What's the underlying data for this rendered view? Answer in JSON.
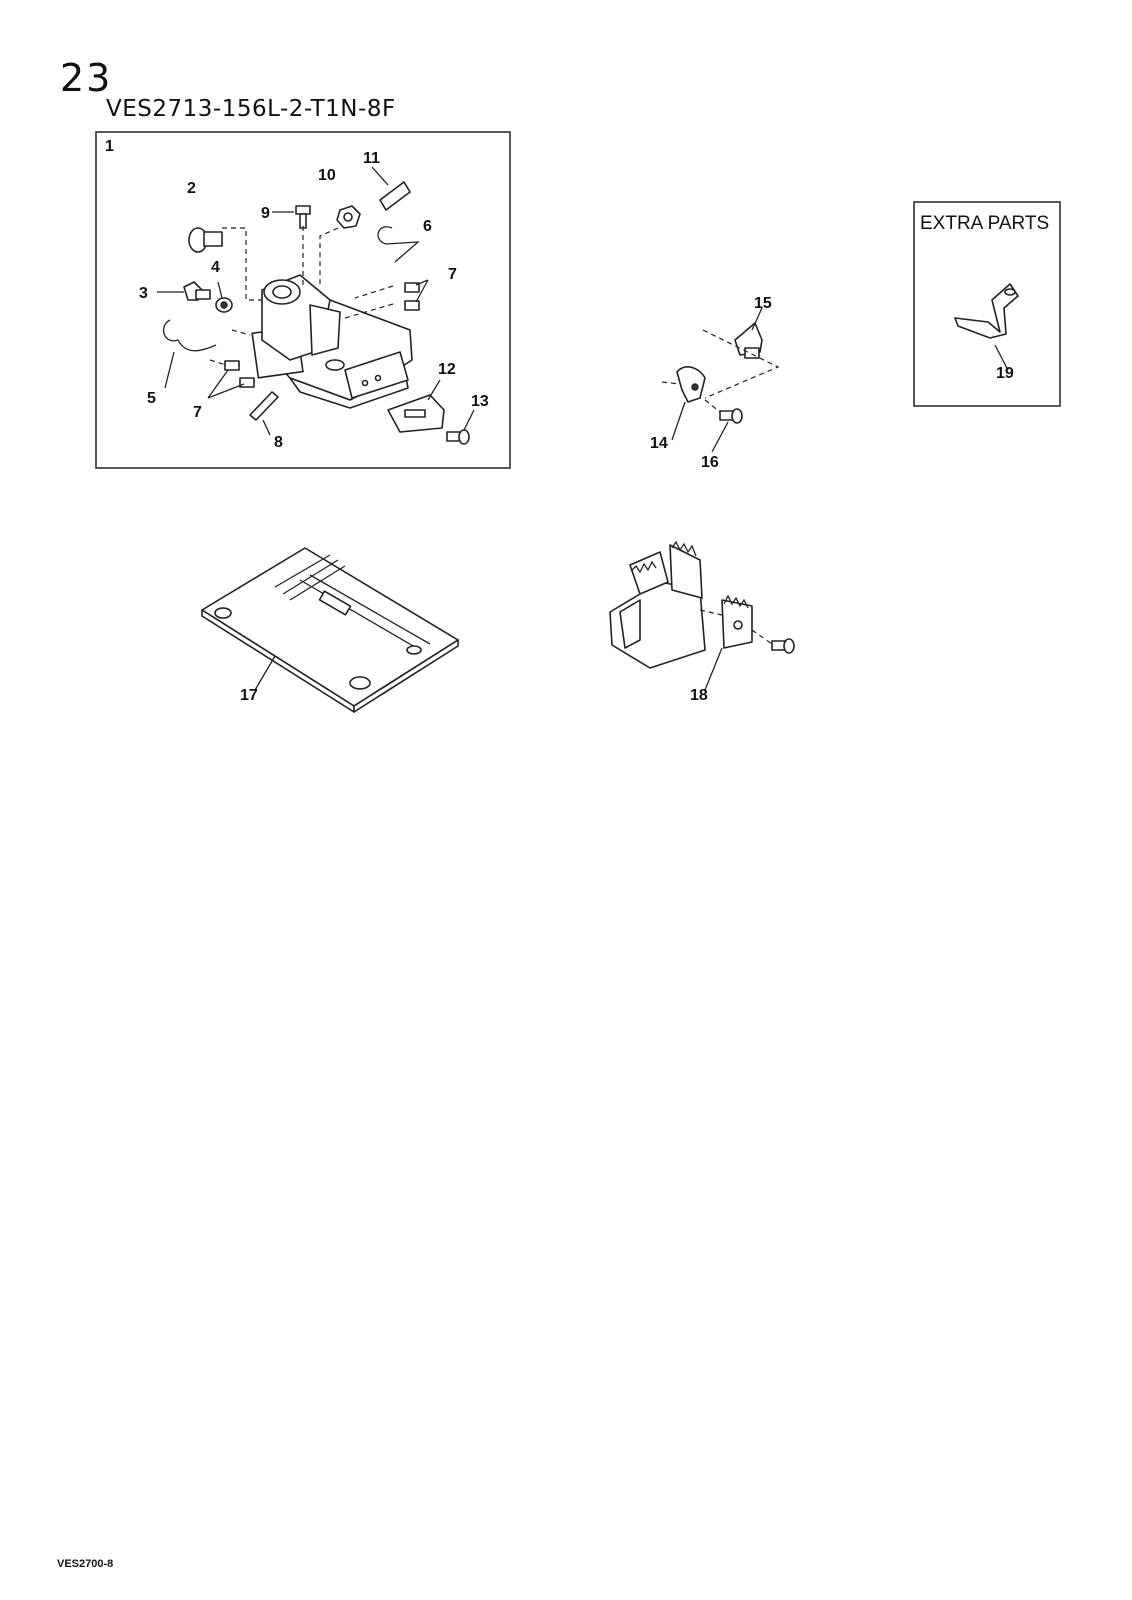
{
  "header": {
    "page_number": "23",
    "model": "VES2713-156L-2-T1N-8F"
  },
  "assembly_box": {
    "label": "1",
    "callouts": {
      "c2": "2",
      "c3": "3",
      "c4": "4",
      "c5": "5",
      "c6": "6",
      "c7a": "7",
      "c7b": "7",
      "c8": "8",
      "c9": "9",
      "c10": "10",
      "c11": "11",
      "c12": "12",
      "c13": "13"
    }
  },
  "looper_group": {
    "callouts": {
      "c14": "14",
      "c15": "15",
      "c16": "16"
    }
  },
  "needle_plate": {
    "callout": "17"
  },
  "feed_dog": {
    "callout": "18"
  },
  "extra_parts": {
    "title": "EXTRA PARTS",
    "callout": "19"
  },
  "footer": {
    "code": "VES2700-8"
  }
}
